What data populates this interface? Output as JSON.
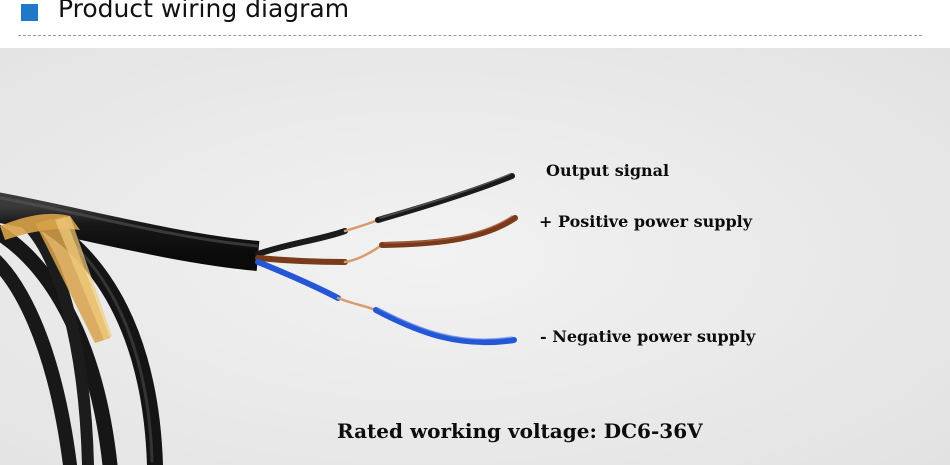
{
  "header": {
    "title": "Product wiring diagram",
    "accent_color": "#1f78c8"
  },
  "labels": {
    "output": "Output signal",
    "positive": "+ Positive power supply",
    "negative": "- Negative power supply",
    "voltage": "Rated working voltage: DC6-36V"
  },
  "wire_colors": {
    "signal": "#1a1a1a",
    "positive": "#7a3b1c",
    "negative": "#2456d6",
    "copper": "#d99a6c",
    "tape": "#d8a24a"
  }
}
